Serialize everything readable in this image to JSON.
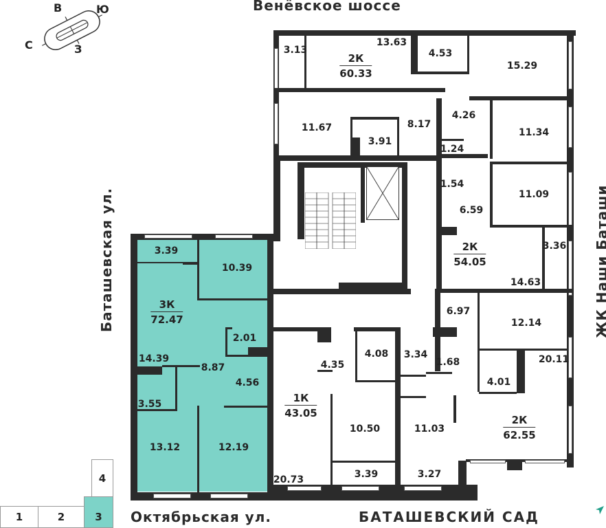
{
  "compass": {
    "north": "С",
    "east": "В",
    "south": "Ю",
    "west": "З"
  },
  "streets": {
    "top": "Венёвское шоссе",
    "left": "Баташевская ул.",
    "right": "ЖК Наши Баташи",
    "bottom_left": "Октябрьская ул.",
    "bottom_right": "БАТАШЕВСКИЙ САД"
  },
  "colors": {
    "highlight": "#7dd3c8",
    "wall": "#2b2b2b"
  },
  "sections": [
    {
      "label": "1",
      "active": false
    },
    {
      "label": "2",
      "active": false
    },
    {
      "label": "3",
      "active": true
    },
    {
      "label": "4",
      "active": false
    }
  ],
  "apartments": [
    {
      "id": "apt-top",
      "type": "2К",
      "area": "60.33",
      "rooms": [
        "3.13",
        "13.63",
        "4.53",
        "15.29",
        "11.67",
        "3.91",
        "8.17"
      ]
    },
    {
      "id": "apt-right-top",
      "type": "2К",
      "area": "54.05",
      "rooms": [
        "4.26",
        "11.34",
        "1.24",
        "1.54",
        "11.09",
        "6.59",
        "3.36",
        "14.63"
      ]
    },
    {
      "id": "apt-left",
      "type": "3К",
      "area": "72.47",
      "highlighted": true,
      "rooms": [
        "3.39",
        "10.39",
        "2.01",
        "14.39",
        "8.87",
        "4.56",
        "3.55",
        "13.12",
        "12.19"
      ]
    },
    {
      "id": "apt-bottom-mid",
      "type": "1К",
      "area": "43.05",
      "rooms": [
        "4.35",
        "4.08",
        "10.50",
        "3.39",
        "20.73"
      ]
    },
    {
      "id": "apt-bottom-right",
      "type": "2К",
      "area": "62.55",
      "rooms": [
        "6.97",
        "12.14",
        "3.34",
        "1.68",
        "4.01",
        "20.11",
        "11.03",
        "3.27"
      ]
    }
  ]
}
